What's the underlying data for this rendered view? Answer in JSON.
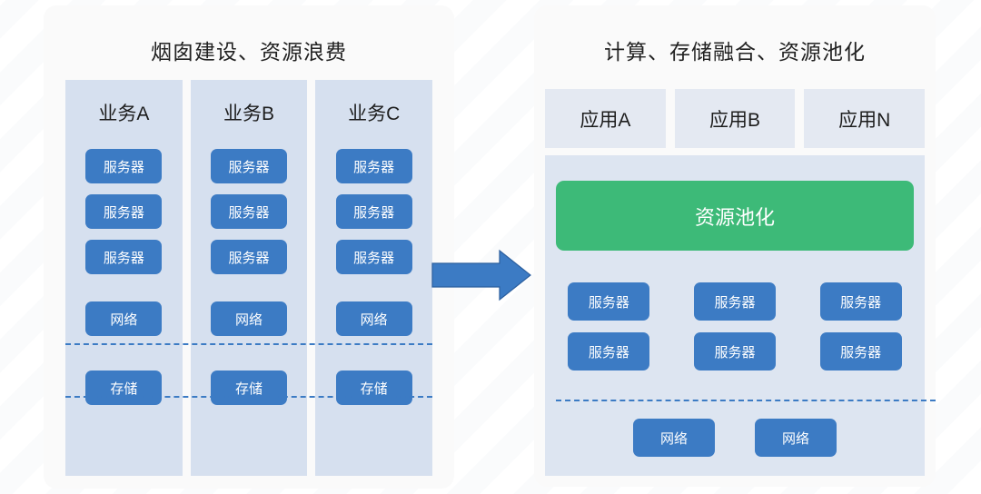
{
  "left_panel": {
    "title": "烟囱建设、资源浪费",
    "columns": [
      {
        "header": "业务A",
        "servers": [
          "服务器",
          "服务器",
          "服务器"
        ],
        "network": "网络",
        "storage": "存储"
      },
      {
        "header": "业务B",
        "servers": [
          "服务器",
          "服务器",
          "服务器"
        ],
        "network": "网络",
        "storage": "存储"
      },
      {
        "header": "业务C",
        "servers": [
          "服务器",
          "服务器",
          "服务器"
        ],
        "network": "网络",
        "storage": "存储"
      }
    ]
  },
  "right_panel": {
    "title": "计算、存储融合、资源池化",
    "apps": [
      "应用A",
      "应用B",
      "应用N"
    ],
    "pool_label": "资源池化",
    "servers": [
      "服务器",
      "服务器",
      "服务器",
      "服务器",
      "服务器",
      "服务器"
    ],
    "networks": [
      "网络",
      "网络"
    ]
  },
  "arrow": {
    "name": "transformation-arrow",
    "direction": "right"
  },
  "colors": {
    "chip_blue": "#3c7bc4",
    "pool_green": "#3dba78",
    "column_blue": "#d6e0ef",
    "app_box": "#e4e9f2",
    "pool_container": "#dde5f1",
    "panel_bg": "#fafafa",
    "dashed_line": "#3c7bc4",
    "arrow_fill": "#3c7bc4",
    "title_text": "#222222"
  }
}
